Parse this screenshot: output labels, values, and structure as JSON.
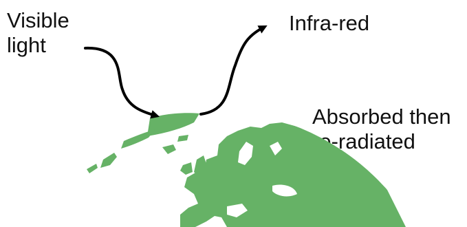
{
  "labels": {
    "incoming": "Visible\nlight",
    "outgoing": "Infra-red",
    "process": "Absorbed then\nre-radiated"
  },
  "colors": {
    "land": "#66b266",
    "arrow": "#000000",
    "background": "#ffffff"
  },
  "icons": {
    "globe": "earth-europe-globe-icon"
  }
}
